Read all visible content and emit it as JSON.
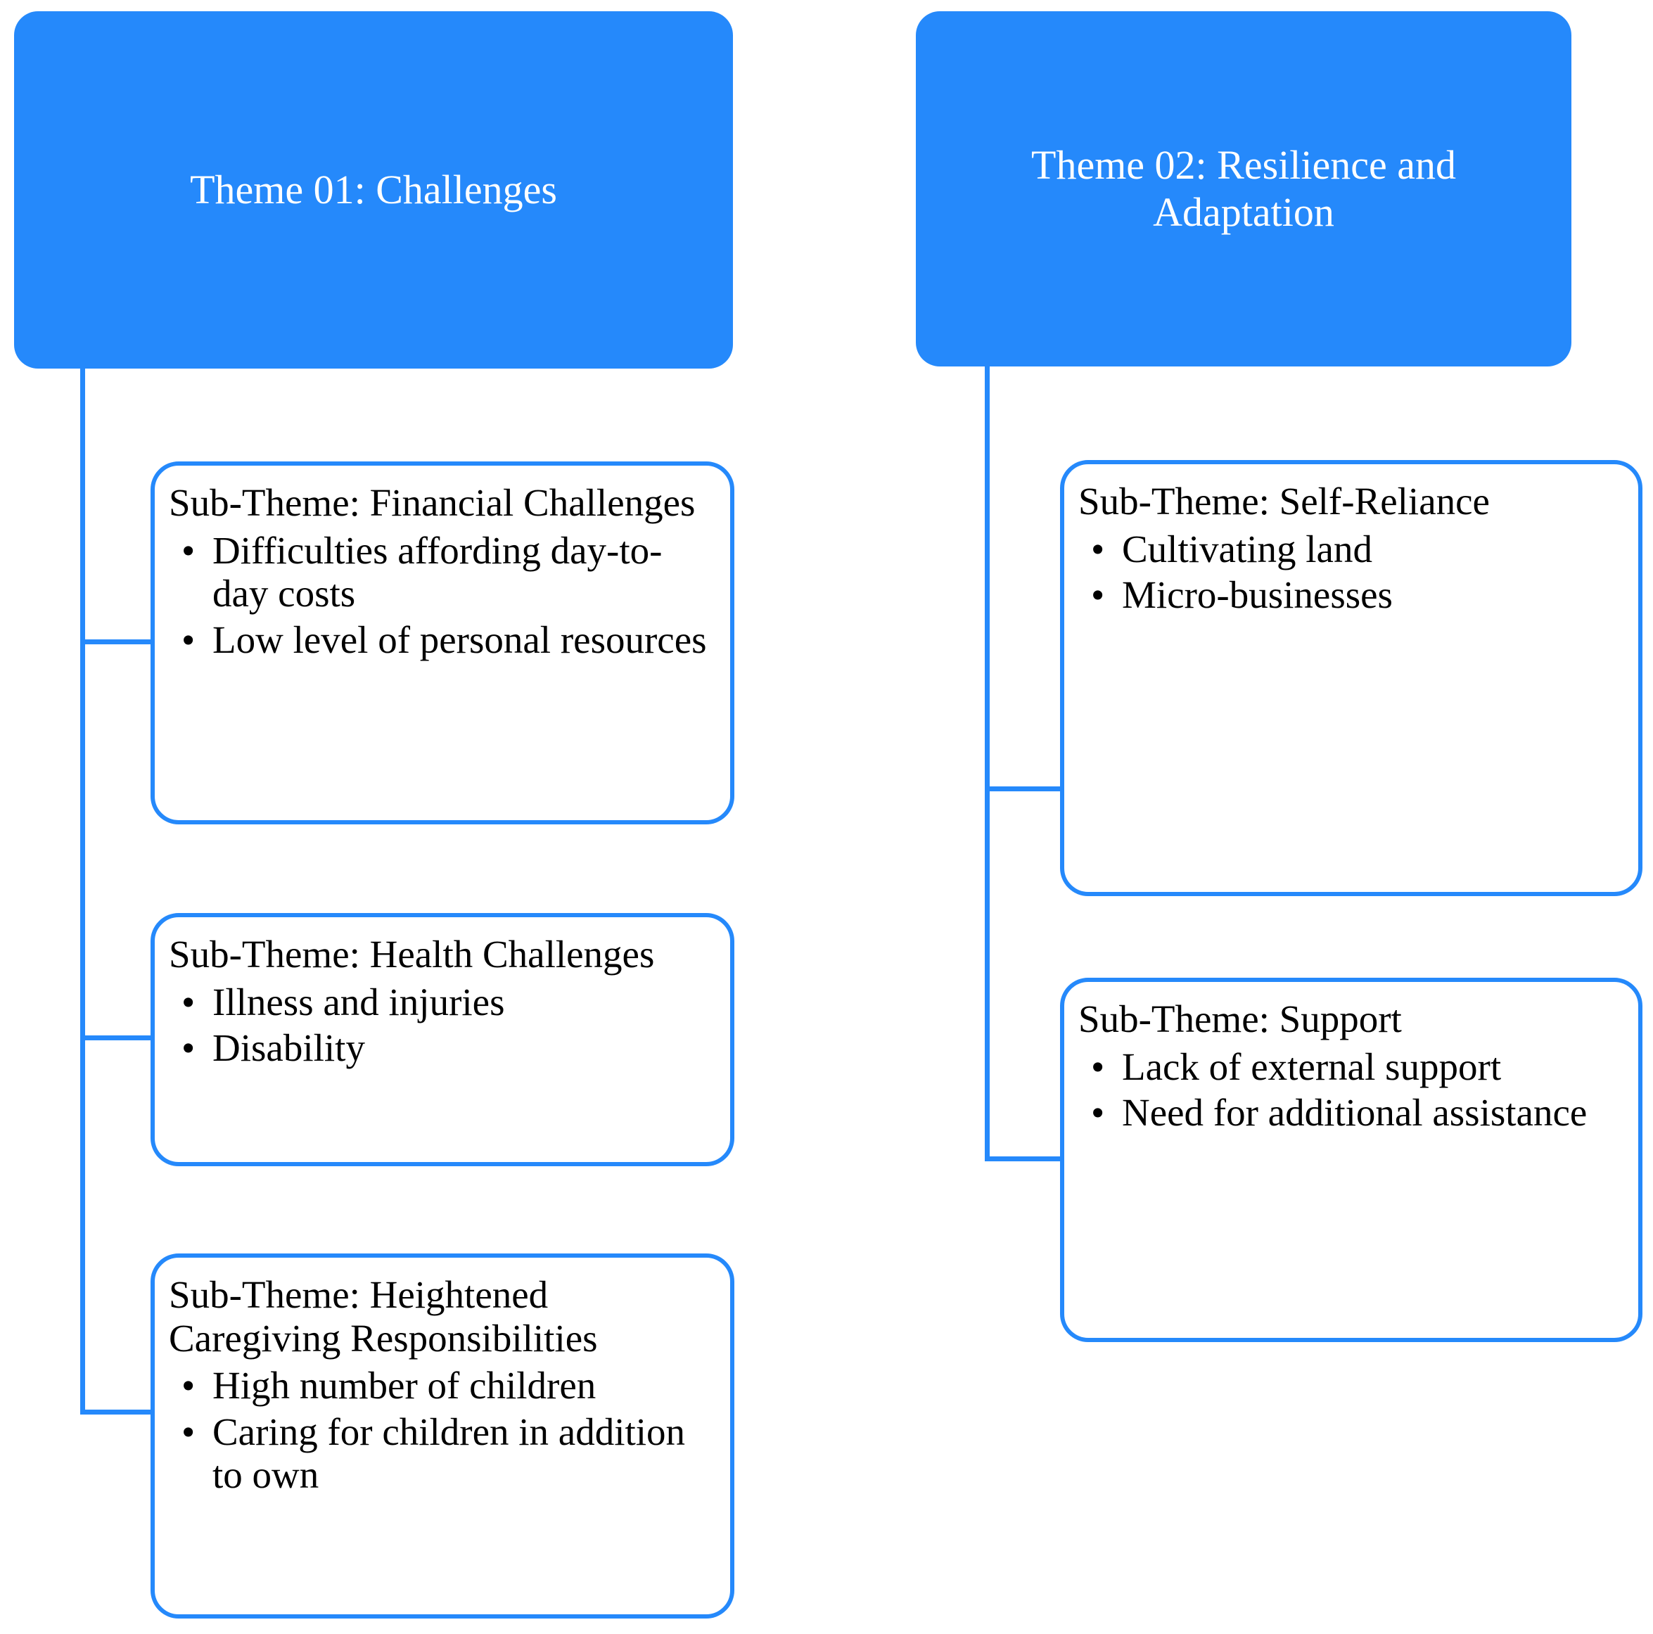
{
  "diagram": {
    "accent_color": "#2589fb",
    "theme_text_color": "#ffffff",
    "body_text_color": "#000000",
    "bullet_glyph": "•"
  },
  "columns": [
    {
      "theme": {
        "label": "Theme 01: Challenges"
      },
      "subthemes": [
        {
          "title": "Sub-Theme: Financial Challenges",
          "bullets": [
            "Difficulties affording day-to-day costs",
            "Low level of personal resources"
          ]
        },
        {
          "title": "Sub-Theme: Health Challenges",
          "bullets": [
            "Illness and injuries",
            "Disability"
          ]
        },
        {
          "title": "Sub-Theme: Heightened Caregiving Responsibilities",
          "bullets": [
            "High number of children",
            "Caring for children in addition to own"
          ]
        }
      ]
    },
    {
      "theme": {
        "label": "Theme 02: Resilience and Adaptation"
      },
      "subthemes": [
        {
          "title": "Sub-Theme: Self-Reliance",
          "bullets": [
            "Cultivating land",
            "Micro-businesses"
          ]
        },
        {
          "title": "Sub-Theme: Support",
          "bullets": [
            "Lack of external support",
            "Need for additional assistance"
          ]
        }
      ]
    }
  ]
}
